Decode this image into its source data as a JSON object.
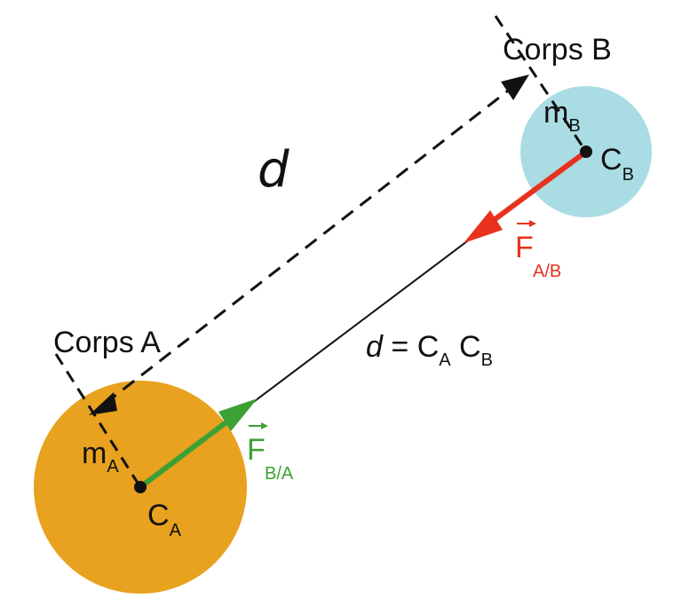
{
  "body_a": {
    "name": "Corps A",
    "mass": "m",
    "mass_sub": "A",
    "center": "C",
    "center_sub": "A",
    "color": "#E8A21F"
  },
  "body_b": {
    "name": "Corps B",
    "mass": "m",
    "mass_sub": "B",
    "center": "C",
    "center_sub": "B",
    "color": "#A9DCE3"
  },
  "distance": {
    "symbol": "d",
    "formula_lhs": "d",
    "formula_eq": "=",
    "formula_c1": "C",
    "formula_c1_sub": "A",
    "formula_c2": "C",
    "formula_c2_sub": "B"
  },
  "force_on_b": {
    "symbol": "F",
    "sub": "A/B",
    "color": "#E8321E"
  },
  "force_on_a": {
    "symbol": "F",
    "sub": "B/A",
    "color": "#3DA035"
  }
}
